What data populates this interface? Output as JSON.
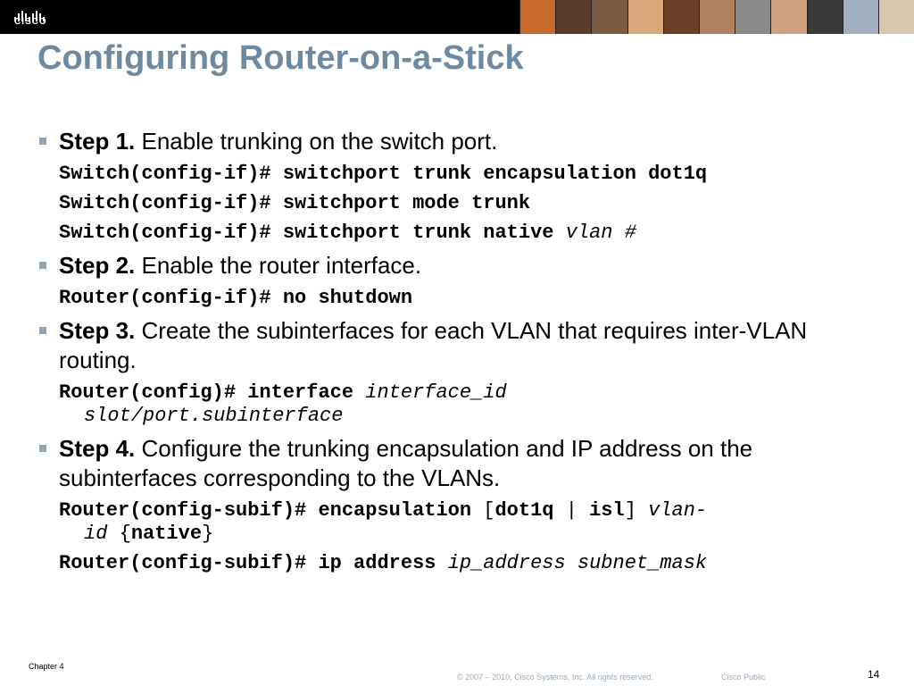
{
  "header": {
    "logo_text": "CISCO",
    "photo_colors": [
      "#c86a2a",
      "#5a3a28",
      "#7a5a40",
      "#d8a878",
      "#6a4028",
      "#b08060",
      "#8a8a8a",
      "#d0a080",
      "#3a3a3a",
      "#a0b0c0",
      "#d8c8b0"
    ]
  },
  "slide": {
    "title": "Configuring Router-on-a-Stick",
    "steps": [
      {
        "label": "Step 1.",
        "text": " Enable trunking on the switch port.",
        "commands": [
          {
            "prefix": "Switch(config-if)# switchport trunk encapsulation dot1q"
          },
          {
            "prefix": "Switch(config-if)# switchport mode trunk"
          },
          {
            "prefix": "Switch(config-if)# switchport trunk native ",
            "arg": "vlan #"
          }
        ]
      },
      {
        "label": "Step 2.",
        "text": " Enable the router interface.",
        "commands": [
          {
            "prefix": "Router(config-if)# no shutdown"
          }
        ]
      },
      {
        "label": "Step 3.",
        "text": " Create the subinterfaces for each VLAN that requires inter-VLAN routing.",
        "commands": [
          {
            "prefix": "Router(config)# interface ",
            "arg": "interface_id",
            "arg2": "slot/port.subinterface"
          }
        ]
      },
      {
        "label": "Step 4.",
        "text": " Configure the trunking encapsulation and IP address on the subinterfaces corresponding to the VLANs.",
        "commands": [
          {
            "prefix": "Router(config-subif)# encapsulation ",
            "p1": "[",
            "k1": "dot1q",
            "p2": " | ",
            "k2": "isl",
            "p3": "] ",
            "arg": "vlan-",
            "arg2": "id",
            "p4": " {",
            "k3": "native",
            "p5": "}"
          },
          {
            "prefix": "Router(config-subif)# ip address ",
            "arg": "ip_address subnet_mask"
          }
        ]
      }
    ]
  },
  "footer": {
    "chapter": "Chapter 4",
    "copyright": "© 2007 – 2010, Cisco Systems, Inc. All rights reserved.",
    "classification": "Cisco Public",
    "page_number": "14"
  }
}
